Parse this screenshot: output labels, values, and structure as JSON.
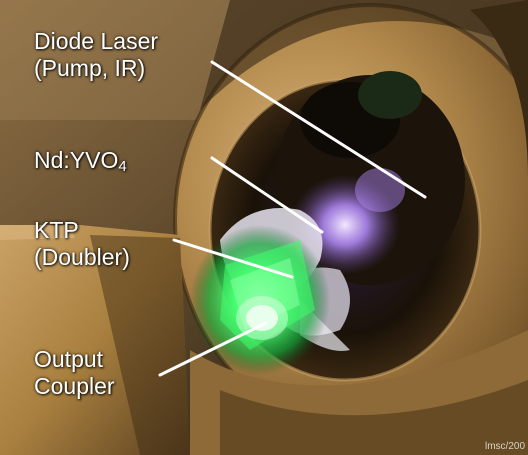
{
  "labels": {
    "diode_laser": {
      "line1": "Diode Laser",
      "line2": "(Pump, IR)"
    },
    "ndyvo4": {
      "main": "Nd:YVO",
      "subscript": "4"
    },
    "ktp": {
      "line1": "KTP",
      "line2": "(Doubler)"
    },
    "output_coupler": {
      "line1": "Output",
      "line2": "Coupler"
    }
  },
  "credit": "lmsc/200",
  "colors": {
    "label_text": "#ffffff",
    "leader_line": "#ffffff",
    "brass": "#b38a4d",
    "brass_dark": "#4a3416",
    "green_glow": "#3cff6a",
    "violet_glow": "#b58cff",
    "crystal_white": "#e8e4f0"
  }
}
